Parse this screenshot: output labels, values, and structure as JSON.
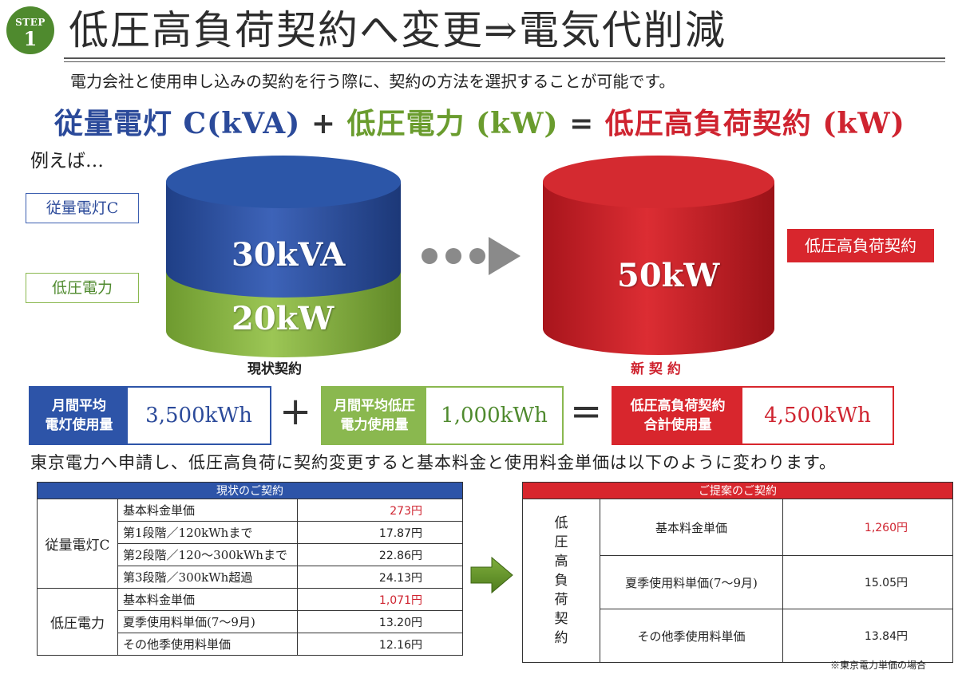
{
  "header": {
    "step_word": "STEP",
    "step_number": "1",
    "title": "低圧高負荷契約へ変更⇒電気代削減"
  },
  "intro": "電力会社と使用申し込みの契約を行う際に、契約の方法を選択することが可能です。",
  "formula": {
    "part1": "従量電灯 C(kVA)",
    "plus": "+",
    "part2": "低圧電力 (kW)",
    "equals": "=",
    "part3": "低圧高負荷契約 (kW)"
  },
  "example_label": "例えば…",
  "tags": {
    "lighting": "従量電灯C",
    "low_voltage": "低圧電力",
    "high_load": "低圧高負荷契約"
  },
  "cylinders": {
    "current_top_value": "30kVA",
    "current_bottom_value": "20kW",
    "current_caption": "現状契約",
    "new_value": "50kW",
    "new_caption": "新 契 約"
  },
  "usage": {
    "lighting_label_1": "月間平均",
    "lighting_label_2": "電灯使用量",
    "lighting_value": "3,500kWh",
    "plus": "+",
    "power_label_1": "月間平均低圧",
    "power_label_2": "電力使用量",
    "power_value": "1,000kWh",
    "equals": "=",
    "total_label_1": "低圧高負荷契約",
    "total_label_2": "合計使用量",
    "total_value": "4,500kWh"
  },
  "notice": "東京電力へ申請し、低圧高負荷に契約変更すると基本料金と使用料金単価は以下のように変わります。",
  "current_table": {
    "title": "現状のご契約",
    "group1": "従量電灯C",
    "group1_rows": [
      {
        "item": "基本料金単価",
        "price": "273円"
      },
      {
        "item": "第1段階／120kWhまで",
        "price": "17.87円"
      },
      {
        "item": "第2段階／120～300kWhまで",
        "price": "22.86円"
      },
      {
        "item": "第3段階／300kWh超過",
        "price": "24.13円"
      }
    ],
    "group2": "低圧電力",
    "group2_rows": [
      {
        "item": "基本料金単価",
        "price": "1,071円"
      },
      {
        "item": "夏季使用料単価(7～9月)",
        "price": "13.20円"
      },
      {
        "item": "その他季使用料単価",
        "price": "12.16円"
      }
    ]
  },
  "new_table": {
    "title": "ご提案のご契約",
    "group": "低圧高負荷契約",
    "rows": [
      {
        "item": "基本料金単価",
        "price": "1,260円"
      },
      {
        "item": "夏季使用料単価(7～9月)",
        "price": "15.05円"
      },
      {
        "item": "その他季使用料単価",
        "price": "13.84円"
      }
    ]
  },
  "footnote": "※東京電力単価の場合",
  "colors": {
    "blue": "#2d54a8",
    "green": "#8ab84f",
    "red": "#d8262d",
    "step_badge": "#4f8a2e"
  }
}
